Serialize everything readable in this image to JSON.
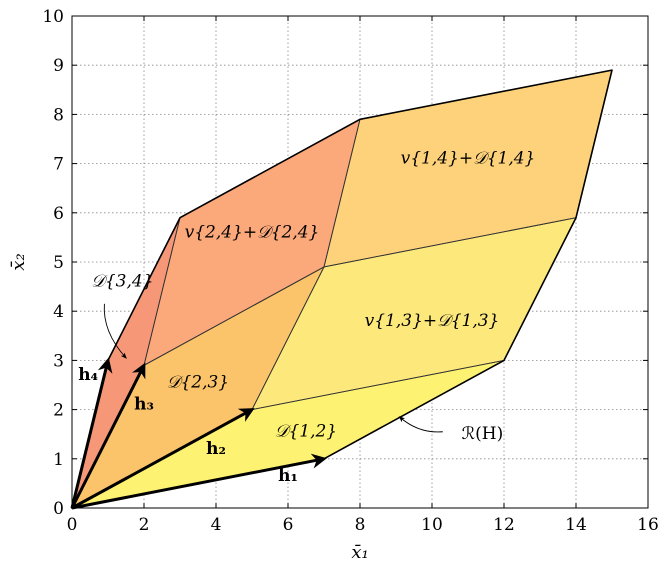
{
  "chart_data": {
    "type": "diagram",
    "xlabel": "x̄₁",
    "ylabel": "x̄₂",
    "xlim": [
      0,
      16
    ],
    "ylim": [
      0,
      10
    ],
    "xticks": [
      0,
      2,
      4,
      6,
      8,
      10,
      12,
      14,
      16
    ],
    "yticks": [
      0,
      1,
      2,
      3,
      4,
      5,
      6,
      7,
      8,
      9,
      10
    ],
    "grid": true,
    "vectors": [
      {
        "name": "h1",
        "label": "h₁",
        "x": 7,
        "y": 1
      },
      {
        "name": "h2",
        "label": "h₂",
        "x": 5,
        "y": 2
      },
      {
        "name": "h3",
        "label": "h₃",
        "x": 2,
        "y": 2.9
      },
      {
        "name": "h4",
        "label": "h₄",
        "x": 1,
        "y": 3
      }
    ],
    "regions": [
      {
        "name": "d12",
        "label": "𝒟{1,2}",
        "color": "#fdf271",
        "points": [
          [
            0,
            0
          ],
          [
            7,
            1
          ],
          [
            12,
            3
          ],
          [
            5,
            2
          ]
        ]
      },
      {
        "name": "d23",
        "label": "𝒟{2,3}",
        "color": "#fbc46a",
        "points": [
          [
            0,
            0
          ],
          [
            5,
            2
          ],
          [
            7,
            4.9
          ],
          [
            2,
            2.9
          ]
        ]
      },
      {
        "name": "d34",
        "label": "𝒟{3,4}",
        "color": "#f69878",
        "points": [
          [
            0,
            0
          ],
          [
            2,
            2.9
          ],
          [
            3,
            5.9
          ],
          [
            1,
            3
          ]
        ]
      },
      {
        "name": "v13",
        "label": "v{1,3}+𝒟{1,3}",
        "color": "#fde87c",
        "points": [
          [
            5,
            2
          ],
          [
            12,
            3
          ],
          [
            14,
            5.9
          ],
          [
            7,
            4.9
          ]
        ]
      },
      {
        "name": "v24",
        "label": "v{2,4}+𝒟{2,4}",
        "color": "#fba87a",
        "points": [
          [
            2,
            2.9
          ],
          [
            7,
            4.9
          ],
          [
            8,
            7.9
          ],
          [
            3,
            5.9
          ]
        ]
      },
      {
        "name": "v14",
        "label": "v{1,4}+𝒟{1,4}",
        "color": "#fdd27b",
        "points": [
          [
            7,
            4.9
          ],
          [
            14,
            5.9
          ],
          [
            15,
            8.9
          ],
          [
            8,
            7.9
          ]
        ]
      }
    ],
    "zonotope_outline": [
      [
        0,
        0
      ],
      [
        7,
        1
      ],
      [
        12,
        3
      ],
      [
        14,
        5.9
      ],
      [
        15,
        8.9
      ],
      [
        8,
        7.9
      ],
      [
        3,
        5.9
      ],
      [
        1,
        3
      ]
    ],
    "annotation": {
      "label": "ℛ(H)"
    }
  }
}
